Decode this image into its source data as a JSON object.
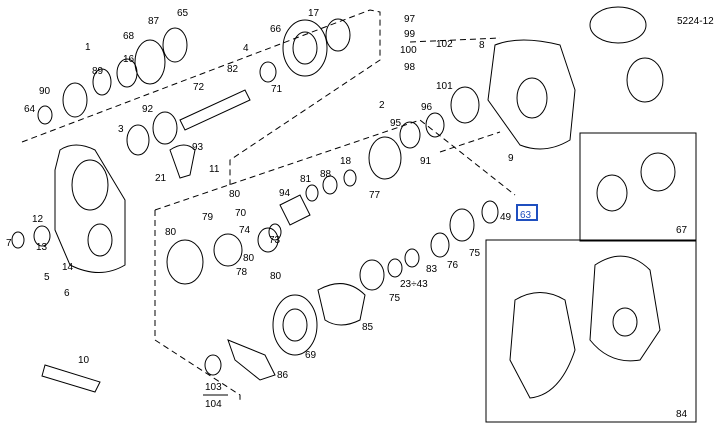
{
  "labels": {
    "l97": "97",
    "l87": "87",
    "l65": "65",
    "l17": "17",
    "l66": "66",
    "l5224": "5224-12",
    "l1a": "1",
    "l68": "68",
    "l102": "102",
    "l99": "99",
    "l100": "100",
    "l98": "98",
    "l8a": "8",
    "l90": "90",
    "l89": "89",
    "l16": "16",
    "l4": "4",
    "l82": "82",
    "l71": "71",
    "l72": "72",
    "l64": "64",
    "l92": "92",
    "l101": "101",
    "l2": "2",
    "l96": "96",
    "l3": "3",
    "l95": "95",
    "l93": "93",
    "l91": "91",
    "l9": "9",
    "l11": "11",
    "l81": "81",
    "l88": "88",
    "l18": "18",
    "l21": "21",
    "l80a": "80",
    "l94": "94",
    "l77": "77",
    "l70": "70",
    "l79": "79",
    "l80b": "80",
    "l74": "74",
    "l73": "73",
    "l49": "49",
    "l63": "63",
    "l67": "67",
    "l12": "12",
    "l13": "13",
    "l7": "7",
    "l14": "14",
    "l5": "5",
    "l6": "6",
    "l75a": "75",
    "l76": "76",
    "l83": "83",
    "l80c": "80",
    "l78": "78",
    "l80d": "80",
    "l2343": "23÷43",
    "l75b": "75",
    "l85": "85",
    "l69": "69",
    "l10": "10",
    "l86": "86",
    "l103": "103",
    "l104": "104",
    "l84": "84"
  },
  "highlight": {
    "part": "63",
    "color": "#1f4fbf"
  }
}
